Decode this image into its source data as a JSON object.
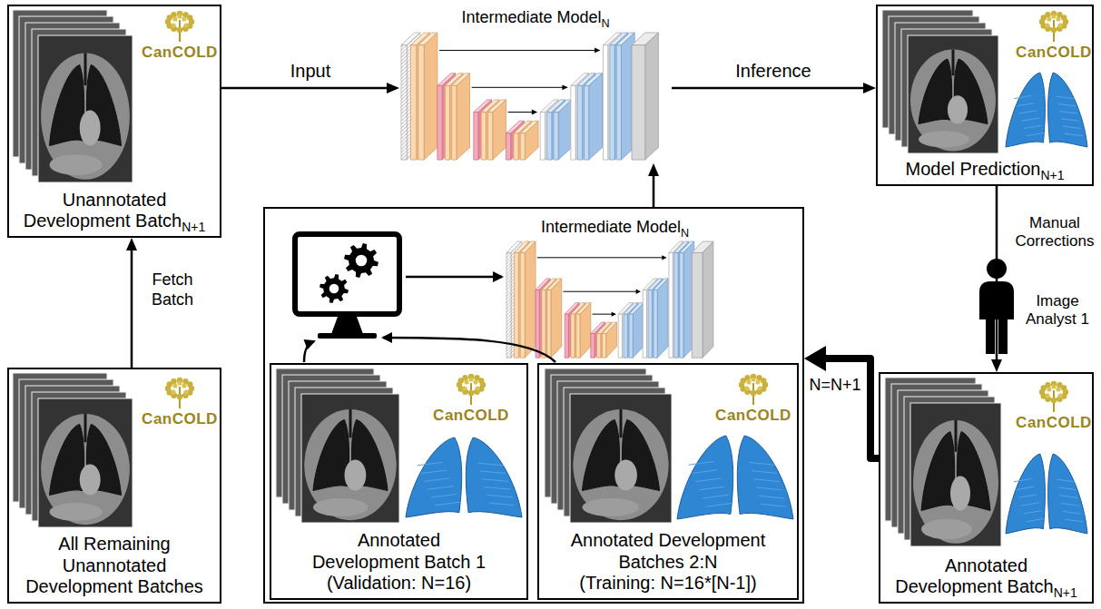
{
  "diagram": {
    "nodes": [
      {
        "text": [
          "Unannotated Development Batch",
          "N+1"
        ]
      },
      {
        "text": [
          "Intermediate Model",
          "N"
        ]
      },
      {
        "text": [
          "Model Prediction",
          "N+1"
        ]
      },
      {
        "text": []
      },
      {
        "text": [
          "Intermediate Model",
          "N"
        ],
        "in": 3
      },
      {
        "text": [
          "Annotated Development Batch 1",
          "(Validation: N=16)"
        ],
        "in": 3
      },
      {
        "text": [
          "Annotated Development Batches 2:N",
          "(Training: N=16*[N-1])"
        ],
        "in": 3
      },
      {
        "text": [
          "All Remaining Unannotated Development Batches"
        ]
      },
      {
        "text": [
          "Annotated Development Batch",
          "N+1"
        ]
      }
    ],
    "edges": [
      {
        "from": 0,
        "to": 1,
        "arrow": "to",
        "label": "Input"
      },
      {
        "from": 1,
        "to": 2,
        "arrow": "to",
        "label": "Inference"
      },
      {
        "from": 2,
        "to": 8,
        "arrow": "to",
        "label": "Manual Corrections"
      },
      {
        "from": 8,
        "to": 3,
        "arrow": "to",
        "label": "N=N+1"
      },
      {
        "from": 3,
        "to": 1,
        "arrow": "to"
      },
      {
        "from": 7,
        "to": 0,
        "arrow": "to",
        "label": "Fetch Batch"
      }
    ],
    "labels": [
      "CanCOLD",
      "CanCOLD",
      "Image Analyst 1",
      "CanCOLD",
      "CanCOLD",
      "CanCOLD",
      "CanCOLD"
    ]
  }
}
